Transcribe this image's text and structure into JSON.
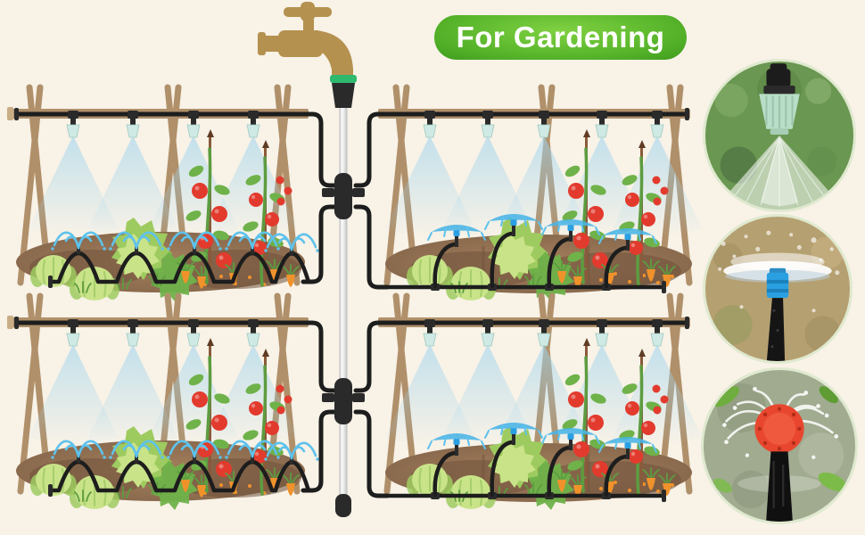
{
  "banner": {
    "label": "For Gardening"
  },
  "colors": {
    "bg": "#f8f2e7",
    "banner1": "#58b52b",
    "banner2": "#7fd141",
    "banner3": "#3e9c1d",
    "bannertext": "#ffffff",
    "brass": "#b5914f",
    "greenconn": "#2db96e",
    "tube": "#1d1d1d",
    "part": "#2a2a2a",
    "wood": "#b0906a",
    "woodl": "#c9ad85",
    "soil": "#8a6a4e",
    "soill": "#a5805c",
    "soild": "#6f523c",
    "leafl": "#c9e389",
    "leafm": "#9ecb5f",
    "leafd": "#6fb24a",
    "leafv": "#a6ce6b",
    "stemg": "#5d9c40",
    "tomato": "#e23b2e",
    "carrot": "#f0922b",
    "mist": "#9fd4ef",
    "water": "#5ec2ec",
    "waterdeep": "#49b4e6",
    "nozzle": "#cfe9e4",
    "stick": "#8a5a3a",
    "pipel": "#f5f5f5",
    "piped": "#bdbdbd",
    "mint": "#b9ddc8",
    "bluenoz": "#2aa0e2",
    "rednoz": "#e8462e"
  },
  "scene": {
    "faucet": {
      "icon": "brass-tap-icon"
    },
    "main_line": {
      "upper_connectors": 1,
      "lower_connectors": 1,
      "end_cap": true
    },
    "beds": [
      {
        "position": "top-left",
        "overhead_mist_nozzles": 4,
        "ground_sprinklers": "arc-fountain"
      },
      {
        "position": "top-right",
        "overhead_mist_nozzles": 5,
        "ground_sprinklers": "umbrella-spray"
      },
      {
        "position": "bottom-left",
        "overhead_mist_nozzles": 4,
        "ground_sprinklers": "arc-fountain"
      },
      {
        "position": "bottom-right",
        "overhead_mist_nozzles": 5,
        "ground_sprinklers": "umbrella-spray"
      }
    ]
  },
  "insets": [
    {
      "name": "mist-nozzle-photo"
    },
    {
      "name": "umbrella-sprinkler-photo"
    },
    {
      "name": "multi-stream-dripper-photo"
    }
  ]
}
